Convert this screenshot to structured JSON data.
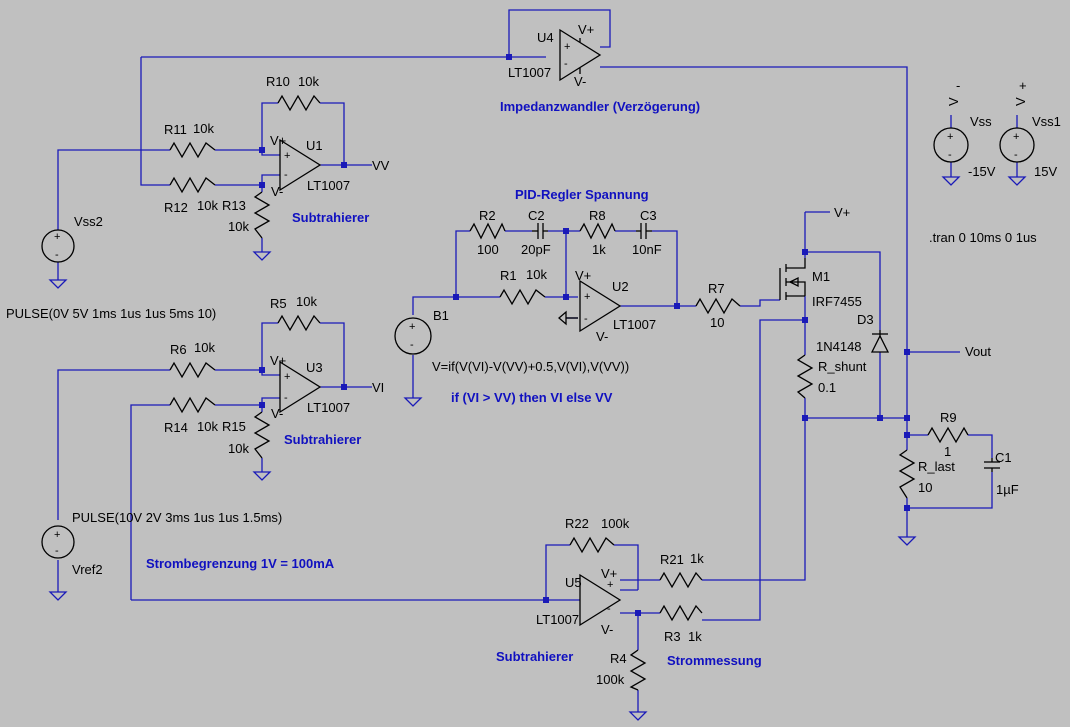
{
  "components": {
    "U4": {
      "ref": "U4",
      "model": "LT1007"
    },
    "U1": {
      "ref": "U1",
      "model": "LT1007"
    },
    "U2": {
      "ref": "U2",
      "model": "LT1007"
    },
    "U3": {
      "ref": "U3",
      "model": "LT1007"
    },
    "U5": {
      "ref": "U5",
      "model": "LT1007"
    },
    "R10": {
      "ref": "R10",
      "value": "10k"
    },
    "R11": {
      "ref": "R11",
      "value": "10k"
    },
    "R12": {
      "ref": "R12",
      "value": "10k"
    },
    "R13": {
      "ref": "R13",
      "value": "10k"
    },
    "R2": {
      "ref": "R2",
      "value": "100"
    },
    "C2": {
      "ref": "C2",
      "value": "20pF"
    },
    "R8": {
      "ref": "R8",
      "value": "1k"
    },
    "C3": {
      "ref": "C3",
      "value": "10nF"
    },
    "R1": {
      "ref": "R1",
      "value": "10k"
    },
    "R7": {
      "ref": "R7",
      "value": "10"
    },
    "R5": {
      "ref": "R5",
      "value": "10k"
    },
    "R6": {
      "ref": "R6",
      "value": "10k"
    },
    "R14": {
      "ref": "R14",
      "value": "10k"
    },
    "R15": {
      "ref": "R15",
      "value": "10k"
    },
    "R22": {
      "ref": "R22",
      "value": "100k"
    },
    "R21": {
      "ref": "R21",
      "value": "1k"
    },
    "R3": {
      "ref": "R3",
      "value": "1k"
    },
    "R4": {
      "ref": "R4",
      "value": "100k"
    },
    "R9": {
      "ref": "R9",
      "value": "1"
    },
    "C1": {
      "ref": "C1",
      "value": "1µF"
    },
    "R_last": {
      "ref": "R_last",
      "value": "10"
    },
    "R_shunt": {
      "ref": "R_shunt",
      "value": "0.1"
    },
    "M1": {
      "ref": "M1",
      "model": "IRF7455"
    },
    "D3": {
      "ref": "D3",
      "model": "1N4148"
    },
    "Vss": {
      "ref": "Vss",
      "value": "-15V"
    },
    "Vss1": {
      "ref": "Vss1",
      "value": "15V"
    },
    "Vss2": {
      "ref": "Vss2",
      "value": "PULSE(0V 5V 1ms 1us 1us 5ms 10)"
    },
    "Vref2": {
      "ref": "Vref2",
      "value": "PULSE(10V 2V 3ms 1us 1us 1.5ms)"
    },
    "B1": {
      "ref": "B1",
      "value": "V=if(V(VI)-V(VV)+0.5,V(VI),V(VV))"
    }
  },
  "nets": {
    "VV": "VV",
    "VI": "VI",
    "Vout": "Vout",
    "Vplus": "V+",
    "Vplus_pin": "V+",
    "Vminus_pin": "V-",
    "Vplus_sym": "+",
    "Vminus_sym": "-",
    "Vminus_sym_v": "V",
    "Vplus_sym_v": "V"
  },
  "annotations": {
    "impedance": "Impedanzwandler (Verzögerung)",
    "sub1": "Subtrahierer",
    "sub2": "Subtrahierer",
    "sub3": "Subtrahierer",
    "pid": "PID-Regler Spannung",
    "ifnote": "if (VI > VV) then VI else VV",
    "limit": "Strombegrenzung 1V = 100mA",
    "current": "Strommessung"
  },
  "directive": ".tran 0 10ms 0 1us",
  "colors": {
    "wire": "#1a1ab8",
    "background": "#c0c0c0",
    "component": "#000000",
    "annotation": "#1010c0"
  }
}
